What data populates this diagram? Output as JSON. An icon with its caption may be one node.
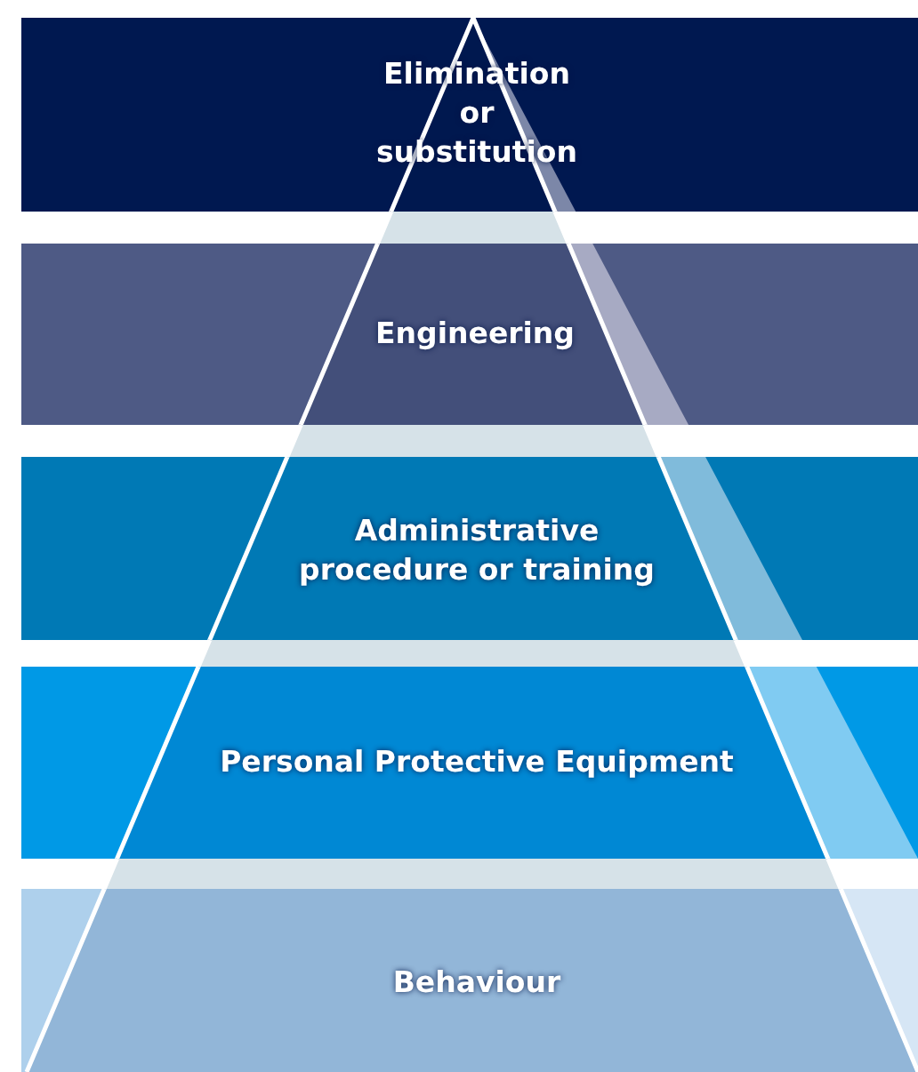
{
  "diagram": {
    "nodes": [
      {
        "text": [
          "Elimination or substitution"
        ]
      },
      {
        "text": [
          "Engineering"
        ]
      },
      {
        "text": [
          "Administrative procedure or training"
        ]
      },
      {
        "text": [
          "Personal Protective Equipment"
        ]
      },
      {
        "text": [
          "Behaviour"
        ]
      }
    ]
  }
}
